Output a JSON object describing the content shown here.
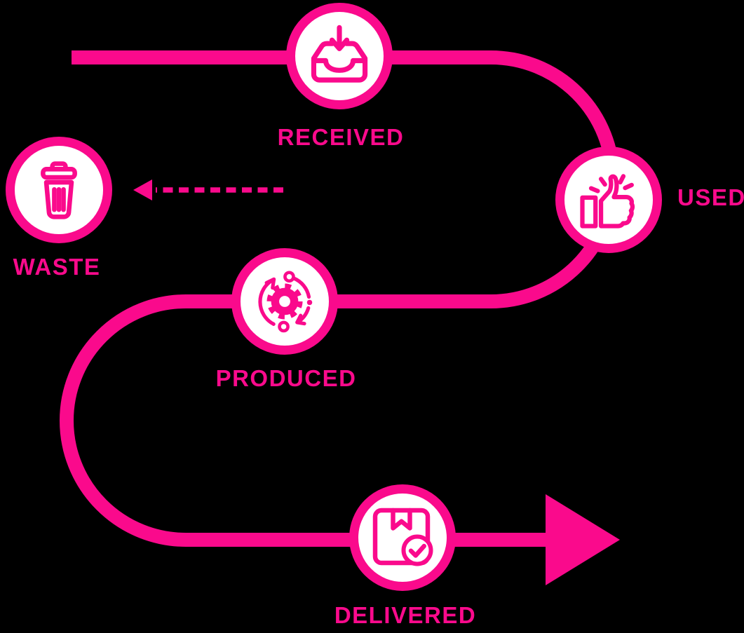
{
  "colors": {
    "accent": "#fa0a8c",
    "node_fill": "#ffffff",
    "bg": "#000000"
  },
  "nodes": {
    "received": {
      "label": "RECEIVED",
      "icon": "inbox-receive-icon"
    },
    "used": {
      "label": "USED",
      "icon": "thumbs-up-icon"
    },
    "produced": {
      "label": "PRODUCED",
      "icon": "gear-process-icon"
    },
    "delivered": {
      "label": "DELIVERED",
      "icon": "package-check-icon"
    },
    "waste": {
      "label": "WASTE",
      "icon": "trash-icon"
    }
  },
  "flow": {
    "main_sequence": [
      "RECEIVED",
      "USED",
      "PRODUCED",
      "DELIVERED"
    ],
    "branch": {
      "from": "PRODUCED",
      "to": "WASTE",
      "style": "dashed-arrow"
    }
  }
}
